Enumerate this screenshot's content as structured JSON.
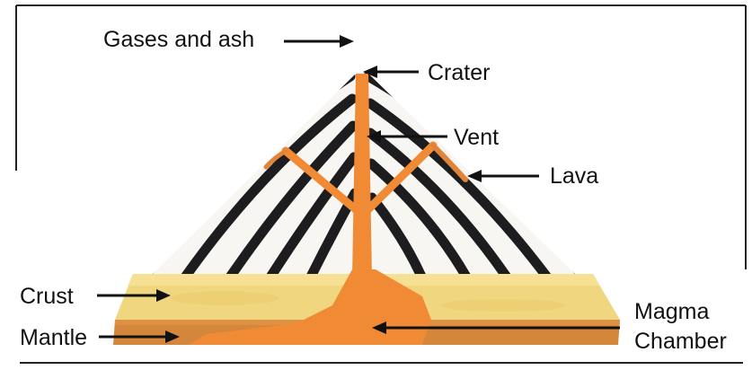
{
  "labels": {
    "gases_and_ash": "Gases and ash",
    "crater": "Crater",
    "vent": "Vent",
    "lava": "Lava",
    "crust": "Crust",
    "mantle": "Mantle",
    "magma_line1": "Magma",
    "magma_line2": "Chamber"
  },
  "colors": {
    "crust": "#f2dc86",
    "mantle": "#d98a3a",
    "magma": "#f08a34",
    "stripe_dark": "#1d1d1f",
    "background": "#ffffff"
  }
}
